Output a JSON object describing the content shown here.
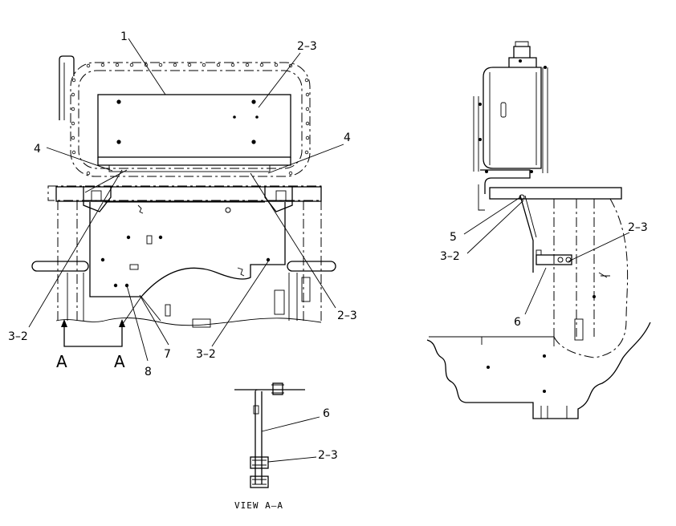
{
  "front_view": {
    "callouts": {
      "c1": "1",
      "c2_3_top": "2–3",
      "c4_left": "4",
      "c4_right": "4",
      "c3_2_left": "3–2",
      "c2_3_right": "2–3",
      "c3_2_bottom": "3–2",
      "c7": "7",
      "c8": "8",
      "section_a_left": "A",
      "section_a_right": "A"
    }
  },
  "side_view": {
    "callouts": {
      "c5": "5",
      "c3_2": "3–2",
      "c2_3": "2–3",
      "c6": "6"
    }
  },
  "detail_view": {
    "callouts": {
      "c6": "6",
      "c2_3": "2–3"
    },
    "caption": "VIEW A—A"
  }
}
